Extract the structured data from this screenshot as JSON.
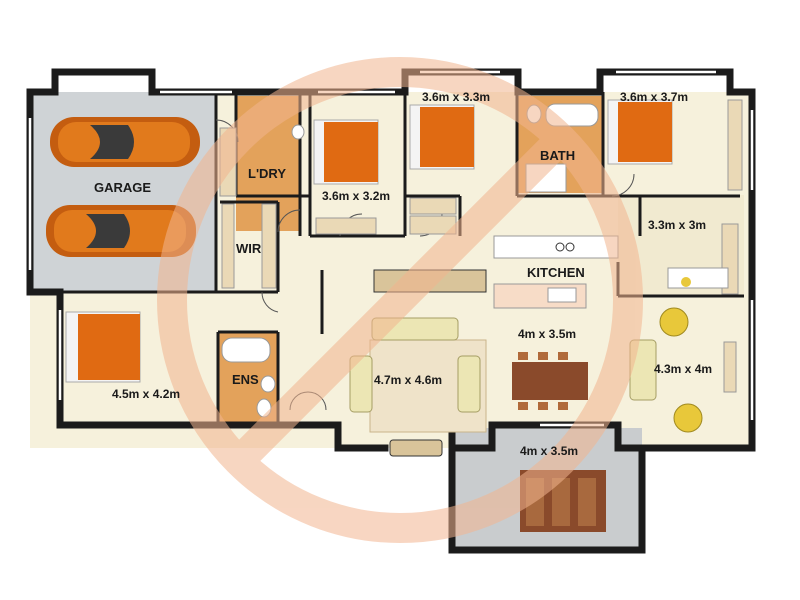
{
  "colors": {
    "floor": "#f6f1dc",
    "wall": "#1b1b1b",
    "garage_floor": "#cfd3d6",
    "wet_tile": "#e3a25b",
    "bed": "#e06a12",
    "wood": "#ead9b6",
    "table": "#8a4a2b",
    "outdoor_paving": "#c9ccce",
    "watermark": "#f2b58f"
  },
  "icons": [
    "car-icon",
    "bed-icon",
    "bath-icon",
    "toilet-icon",
    "sink-icon",
    "sofa-icon",
    "armchair-icon",
    "dining-table-icon",
    "stove-icon",
    "desk-icon",
    "prohibition-watermark-icon"
  ],
  "rooms": {
    "garage": "GARAGE",
    "laundry": "L'DRY",
    "wir": "WIR",
    "bath": "BATH",
    "kitchen": "KITCHEN",
    "ensuite": "ENS",
    "bed2_size": "3.6m x 3.2m",
    "bed3_size": "3.6m x 3.3m",
    "bed4_size": "3.6m x 3.7m",
    "study_size": "3.3m x 3m",
    "master_size": "4.5m x 4.2m",
    "living_size": "4.7m x 4.6m",
    "dining_size": "4m x 3.5m",
    "family_size": "4.3m x 4m",
    "alfresco_size": "4m x 3.5m"
  }
}
